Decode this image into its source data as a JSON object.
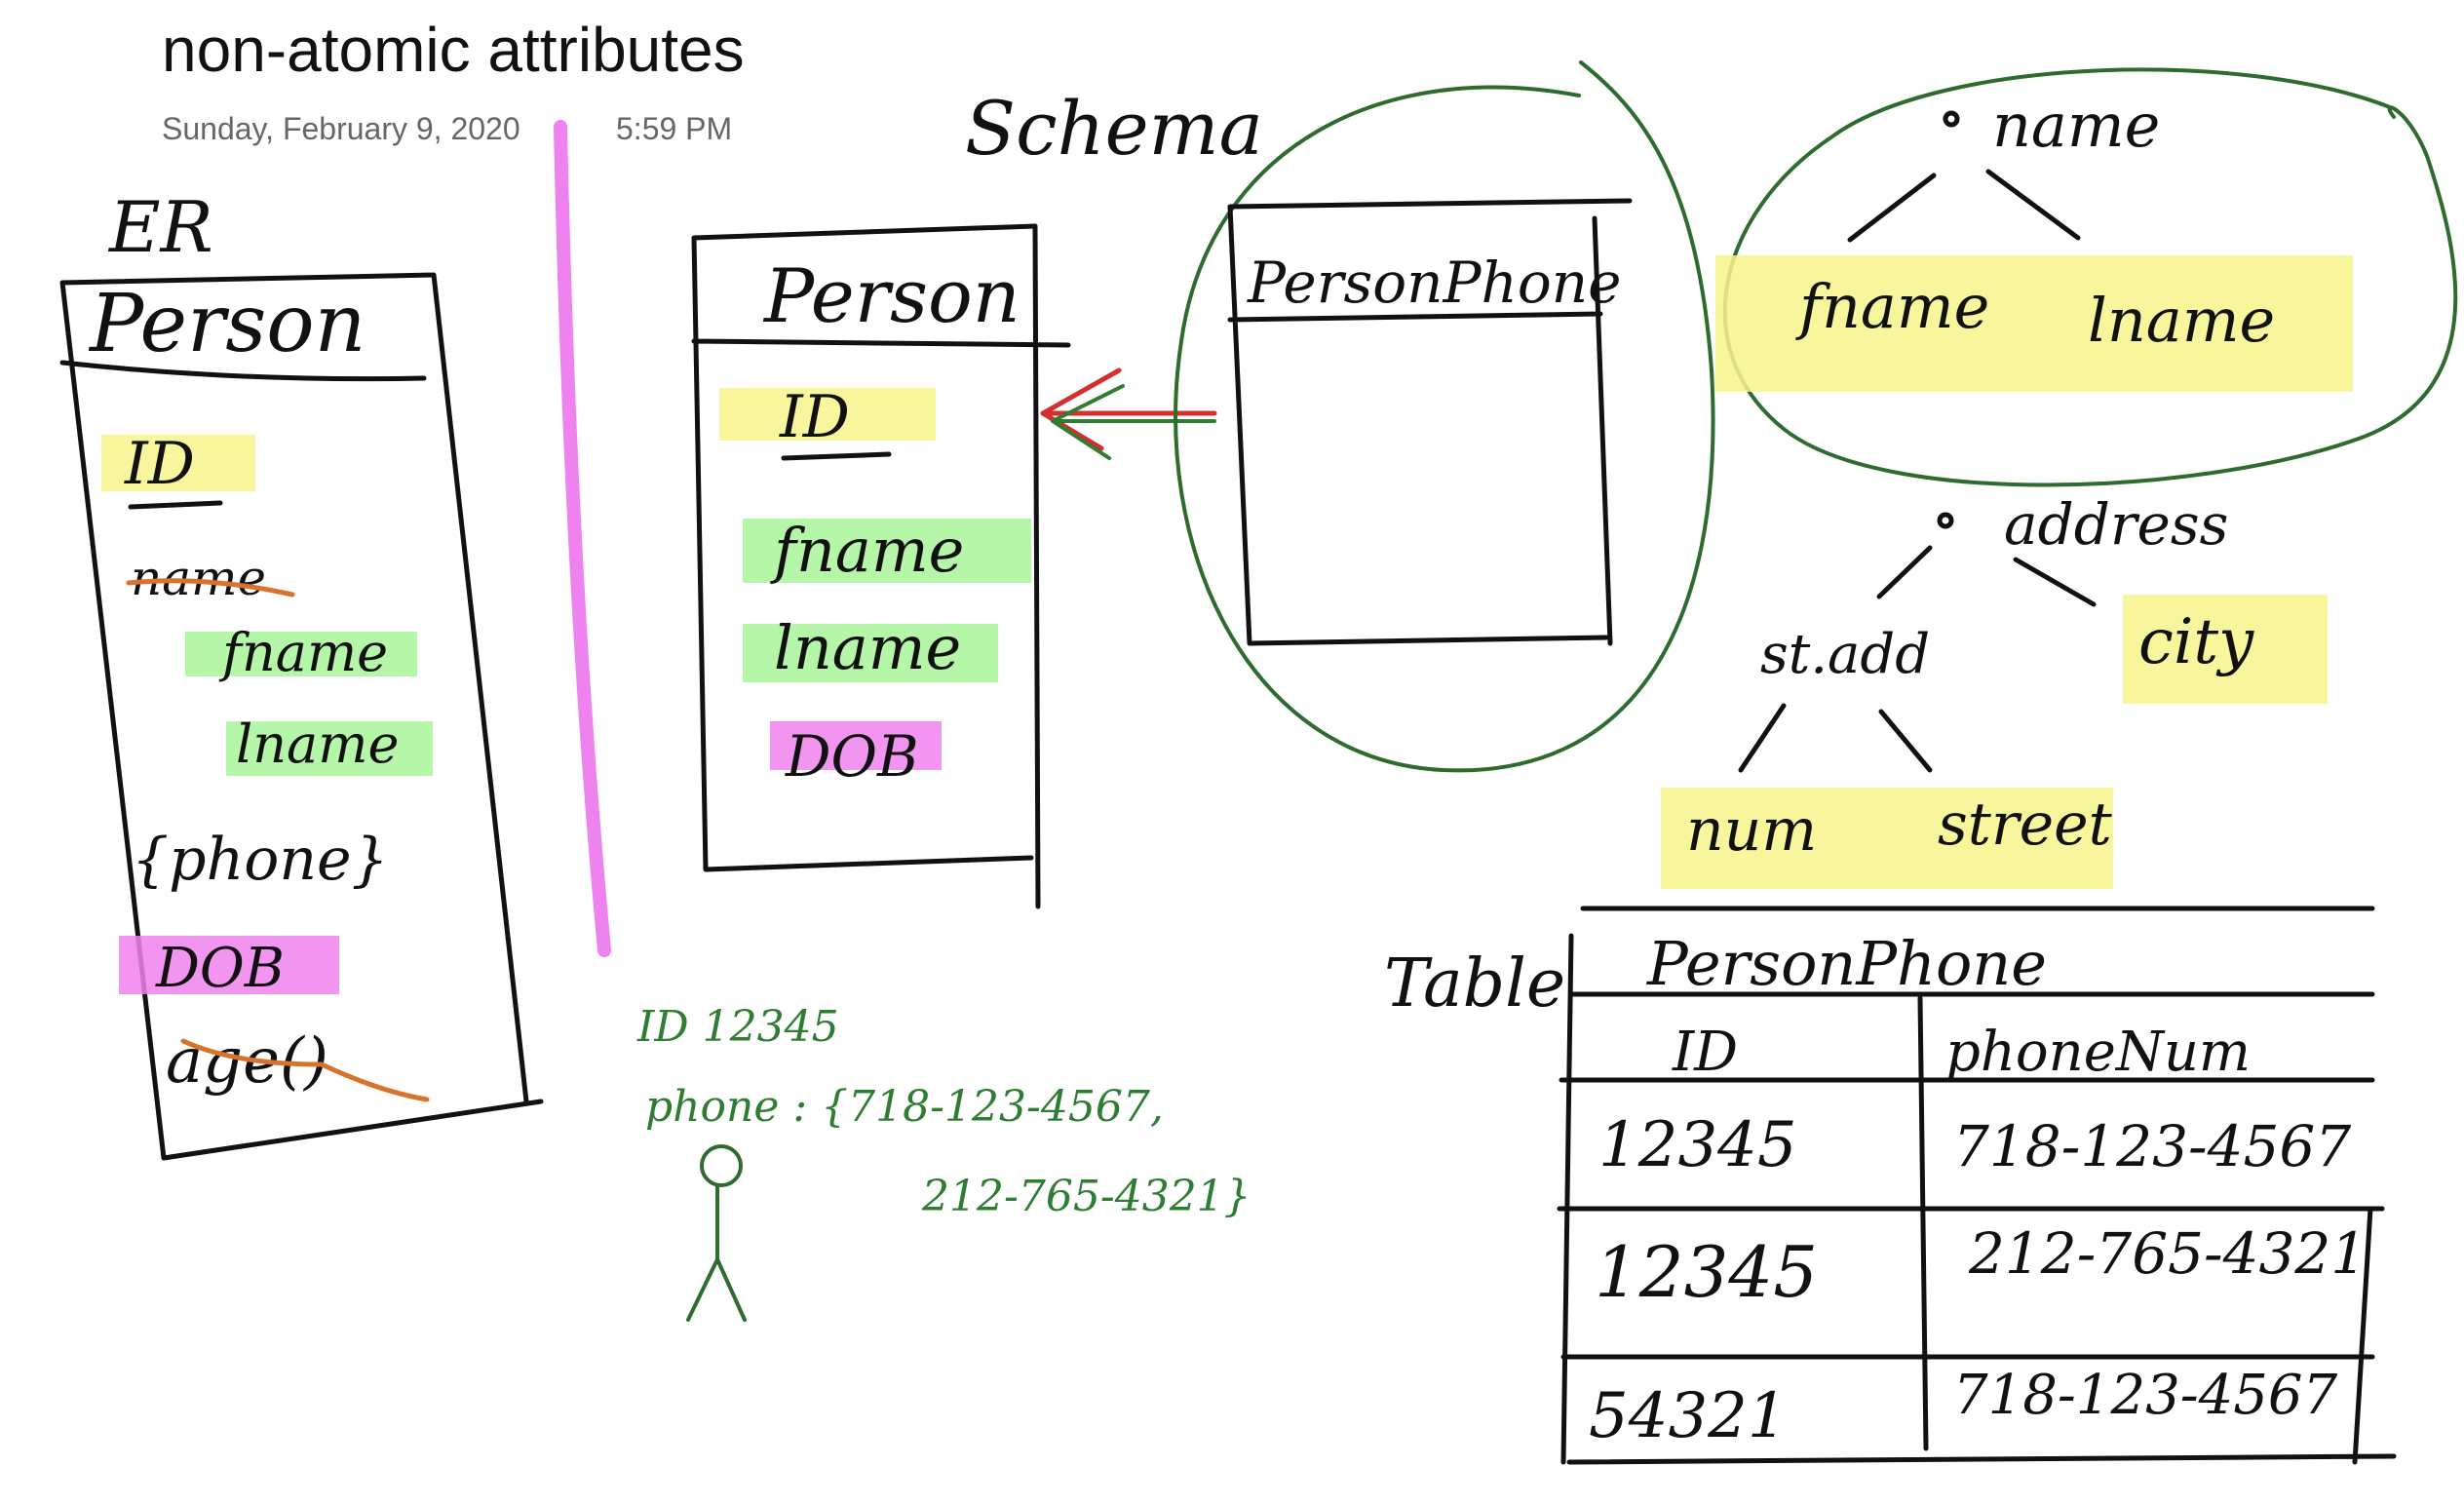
{
  "note": {
    "title": "non-atomic attributes",
    "date": "Sunday, February 9, 2020",
    "time": "5:59 PM"
  },
  "colors": {
    "highlight_yellow": "#f7f58c",
    "highlight_green": "#a8f59a",
    "highlight_magenta": "#ee82ee",
    "divider": "#ee82ee",
    "green_ink": "#2e7d32",
    "orange_ink": "#d9722b",
    "red_ink": "#d32f2f"
  },
  "er": {
    "label": "ER",
    "entity_title": "Person",
    "attributes": {
      "id": "ID",
      "name": "name",
      "fname": "fname",
      "lname": "lname",
      "phone": "{phone}",
      "dob": "DOB",
      "age": "age()"
    }
  },
  "schema": {
    "label": "Schema",
    "person_title": "Person",
    "person_attrs": {
      "id": "ID",
      "fname": "fname",
      "lname": "lname",
      "dob": "DOB"
    },
    "personphone_title": "PersonPhone"
  },
  "example": {
    "id_line": "ID 12345",
    "phone_line1": "phone : {718-123-4567,",
    "phone_line2": "212-765-4321}"
  },
  "tree": {
    "name_root": "name",
    "fname": "fname",
    "lname": "lname",
    "address_root": "address",
    "st_add": "st.add",
    "city": "city",
    "num": "num",
    "street": "street"
  },
  "table": {
    "label": "Table",
    "title": "PersonPhone",
    "columns": [
      "ID",
      "phoneNum"
    ],
    "rows": [
      [
        "12345",
        "718-123-4567"
      ],
      [
        "12345",
        "212-765-4321"
      ],
      [
        "54321",
        "718-123-4567"
      ]
    ]
  }
}
